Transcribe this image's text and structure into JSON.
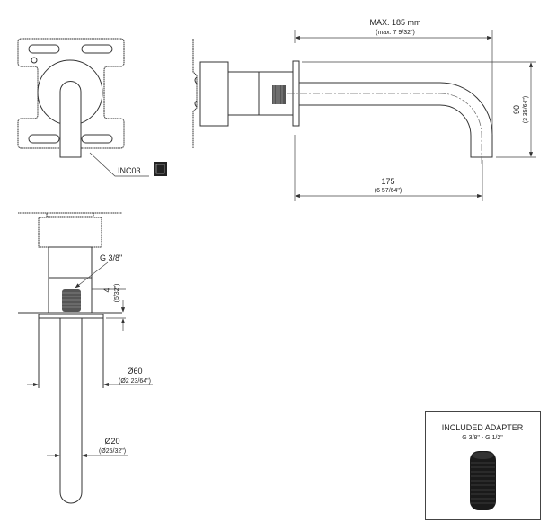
{
  "front_view": {
    "part_code": "INC03",
    "part_icon": "installation-box-icon"
  },
  "top_dimensions": {
    "max_length": {
      "mm": "MAX. 185 mm",
      "inch": "(max. 7 9/32\")"
    },
    "projection": {
      "mm": "175",
      "inch": "(6 57/64\")"
    },
    "height": {
      "mm": "90",
      "inch": "(3 35/64\")"
    }
  },
  "section_view": {
    "thread": "G 3/8\"",
    "depth": {
      "mm": "4",
      "inch": "(5/32\")"
    },
    "flange_diameter": {
      "mm": "Ø60",
      "inch": "(Ø2 23/64\")"
    },
    "handle_diameter": {
      "mm": "Ø20",
      "inch": "(Ø25/32\")"
    }
  },
  "adapter_box": {
    "title": "INCLUDED ADAPTER",
    "subtitle": "G 3/8\" - G 1/2\""
  },
  "colors": {
    "line": "#333333",
    "adapter": "#1a1a1a"
  }
}
